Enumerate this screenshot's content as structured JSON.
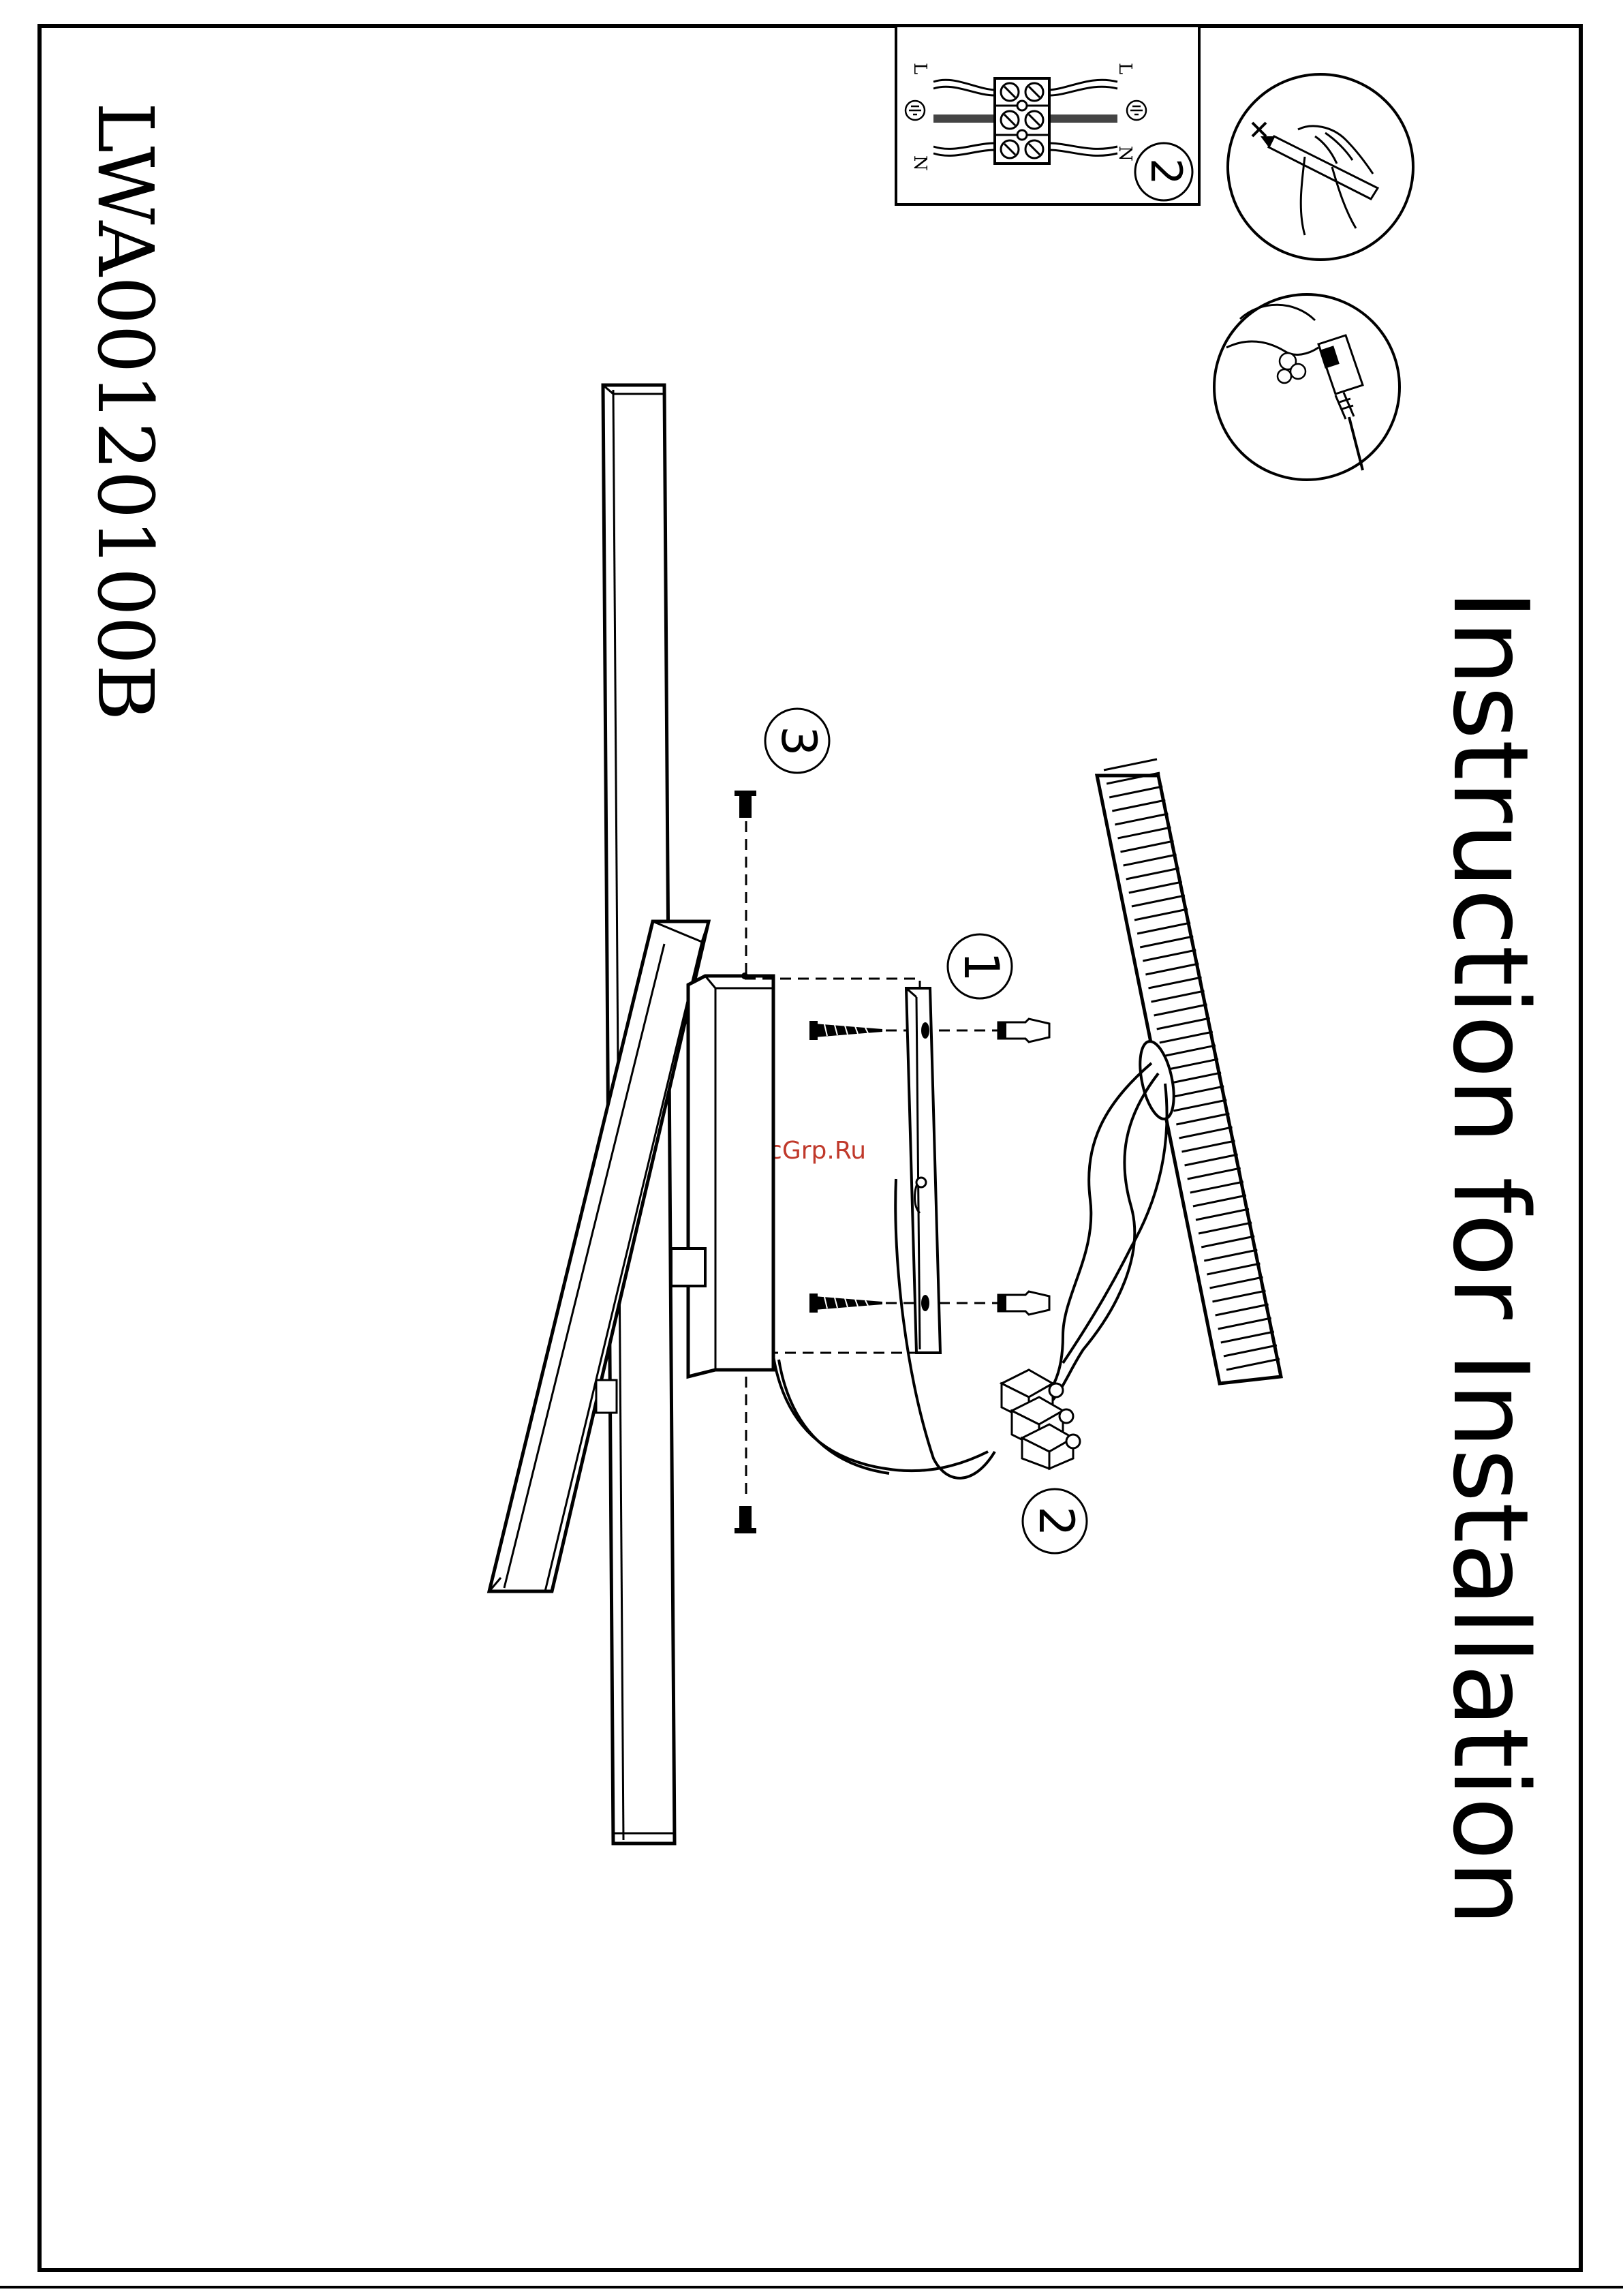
{
  "title": "Instruction for Installation",
  "model_code": "LWA00120100B",
  "watermark": "McGrp.Ru",
  "step_markers": {
    "s1": "1",
    "s2": "2",
    "s3": "3",
    "inset": "2"
  },
  "wiring": {
    "left_l": "L",
    "left_n": "N",
    "right_l": "L",
    "right_n": "N"
  }
}
